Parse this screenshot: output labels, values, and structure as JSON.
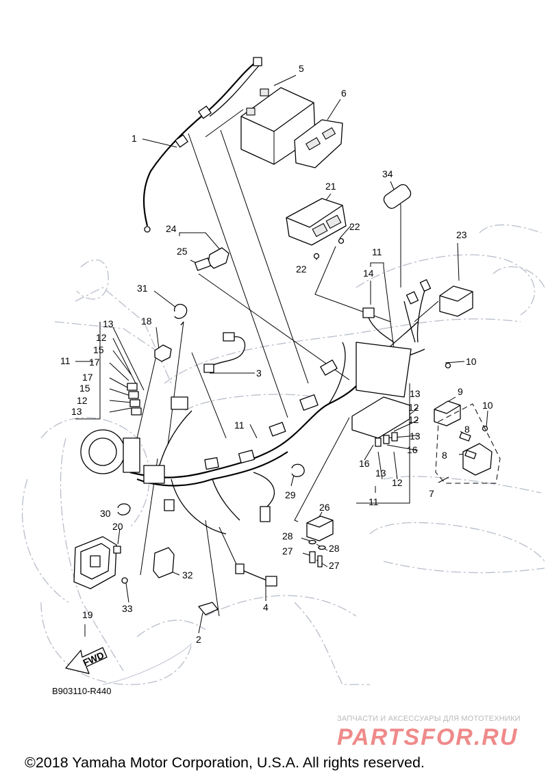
{
  "callouts": {
    "c1": "1",
    "c2": "2",
    "c3": "3",
    "c4": "4",
    "c5": "5",
    "c6": "6",
    "c7": "7",
    "c8a": "8",
    "c8b": "8",
    "c9": "9",
    "c10a": "10",
    "c10b": "10",
    "c11a": "11",
    "c11b": "11",
    "c11c": "11",
    "c11d": "11",
    "c12a": "12",
    "c12b": "12",
    "c12c": "12",
    "c12d": "12",
    "c12e": "12",
    "c13a": "13",
    "c13b": "13",
    "c13c": "13",
    "c13d": "13",
    "c13e": "13",
    "c14": "14",
    "c15a": "15",
    "c15b": "15",
    "c16a": "16",
    "c16b": "16",
    "c17a": "17",
    "c17b": "17",
    "c18": "18",
    "c19": "19",
    "c20": "20",
    "c21": "21",
    "c22a": "22",
    "c22b": "22",
    "c23": "23",
    "c24": "24",
    "c25": "25",
    "c26": "26",
    "c27a": "27",
    "c27b": "27",
    "c28a": "28",
    "c28b": "28",
    "c29": "29",
    "c30": "30",
    "c31": "31",
    "c32": "32",
    "c33": "33",
    "c34": "34"
  },
  "fwd_label": "FWD",
  "reference_code": "B903110-R440",
  "watermark": {
    "caption": "ЗАПЧАСТИ И АКСЕССУАРЫ ДЛЯ МОТОТЕХНИКИ",
    "logo": "PARTSFOR.RU"
  },
  "copyright": "©2018 Yamaha Motor Corporation, U.S.A. All rights reserved."
}
